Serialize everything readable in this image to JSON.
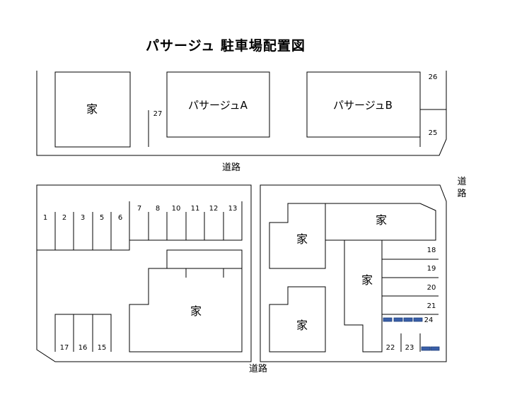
{
  "title": "パサージュ 駐車場配置図",
  "labels": {
    "house": "家",
    "building_a": "パサージュA",
    "building_b": "パサージュB",
    "road": "道路",
    "road_vertical_1": "道",
    "road_vertical_2": "路"
  },
  "spaces": [
    "1",
    "2",
    "3",
    "5",
    "6",
    "7",
    "8",
    "10",
    "11",
    "12",
    "13",
    "15",
    "16",
    "17",
    "18",
    "19",
    "20",
    "21",
    "22",
    "23",
    "24",
    "25",
    "26",
    "27"
  ],
  "colors": {
    "line": "#000000",
    "marker": "#3a5fa8",
    "marker_border": "#1f3f7a"
  }
}
